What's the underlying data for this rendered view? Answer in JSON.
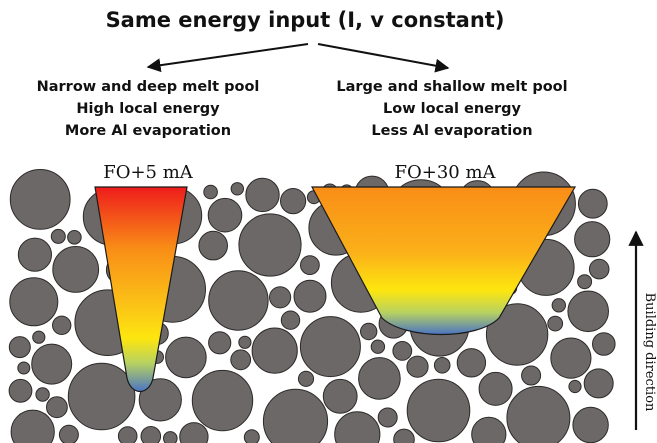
{
  "title": "Same energy input (I, v constant)",
  "left": {
    "lines": [
      "Narrow and deep melt pool",
      "High local energy",
      "More Al evaporation"
    ],
    "pool_label": "FO+5 mA"
  },
  "right": {
    "lines": [
      "Large and shallow melt pool",
      "Low local energy",
      "Less Al evaporation"
    ],
    "pool_label": "FO+30 mA"
  },
  "side_label": "Building direction",
  "colors": {
    "powder_fill": "#6d6868",
    "powder_stroke": "#2e2a2a",
    "pool_hot": "#ee1c1c",
    "pool_warm": "#f98d17",
    "pool_mid": "#fde60f",
    "pool_cool": "#4a74c4"
  }
}
